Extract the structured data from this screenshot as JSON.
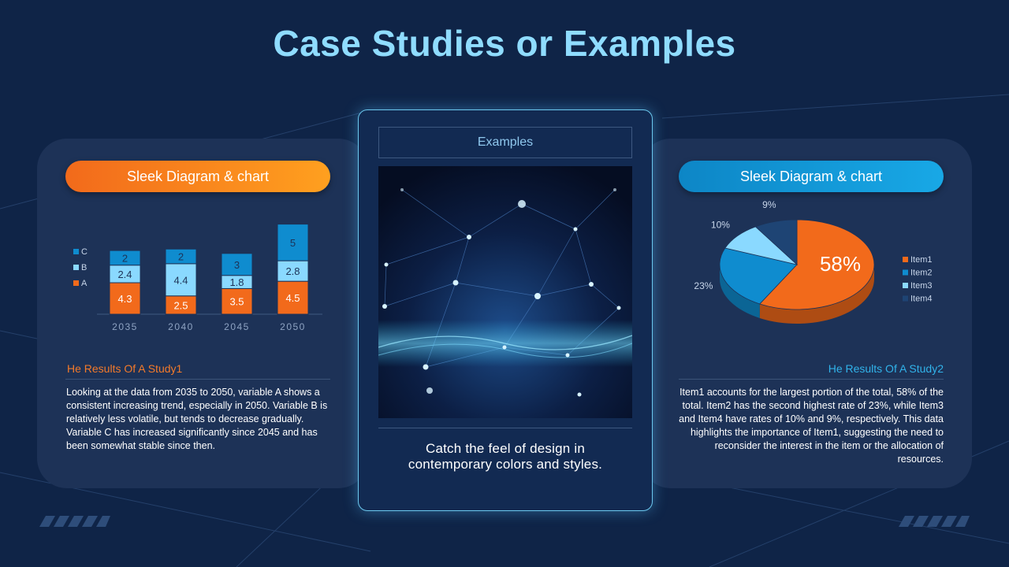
{
  "title": "Case Studies or Examples",
  "left_panel": {
    "pill_label": "Sleek Diagram & chart",
    "result_title": "He Results Of A Study1",
    "result_text": "Looking at the data from 2035 to 2050, variable A shows a consistent increasing trend, especially in 2050. Variable B is relatively less volatile, but tends to decrease gradually. Variable C has increased significantly since 2045 and has been somewhat stable since then."
  },
  "center_card": {
    "header": "Examples",
    "caption_line1": "Catch the feel of design in",
    "caption_line2": "contemporary colors and styles."
  },
  "right_panel": {
    "pill_label": "Sleek Diagram & chart",
    "result_title": "He Results Of A Study2",
    "result_text": "Item1 accounts for the largest portion of the total, 58% of the total. Item2 has the second highest rate of 23%, while Item3 and Item4 have rates of 10% and 9%, respectively. This data highlights the importance of Item1, suggesting the need to reconsider the interest in the item or the allocation of resources."
  },
  "colors": {
    "background": "#0f2447",
    "panel": "#1d3257",
    "orange": "#f26a1b",
    "blue": "#0f8ccf",
    "light_blue": "#8ad9ff",
    "dark_blue": "#1e4474"
  },
  "chart_data": [
    {
      "type": "bar",
      "stacked": true,
      "categories": [
        "2035",
        "2040",
        "2045",
        "2050"
      ],
      "series": [
        {
          "name": "A",
          "values": [
            4.3,
            2.5,
            3.5,
            4.5
          ],
          "color": "#f26a1b"
        },
        {
          "name": "B",
          "values": [
            2.4,
            4.4,
            1.8,
            2.8
          ],
          "color": "#8ad9ff"
        },
        {
          "name": "C",
          "values": [
            2,
            2,
            3,
            5
          ],
          "color": "#0f8ccf"
        }
      ],
      "legend": "left"
    },
    {
      "type": "pie",
      "slices": [
        {
          "label": "Item1",
          "value": 58,
          "display": "58%",
          "color": "#f26a1b"
        },
        {
          "label": "Item2",
          "value": 23,
          "display": "23%",
          "color": "#0f8ccf"
        },
        {
          "label": "Item3",
          "value": 10,
          "display": "10%",
          "color": "#8ad9ff"
        },
        {
          "label": "Item4",
          "value": 9,
          "display": "9%",
          "color": "#1e4474"
        }
      ],
      "legend": "right"
    }
  ]
}
